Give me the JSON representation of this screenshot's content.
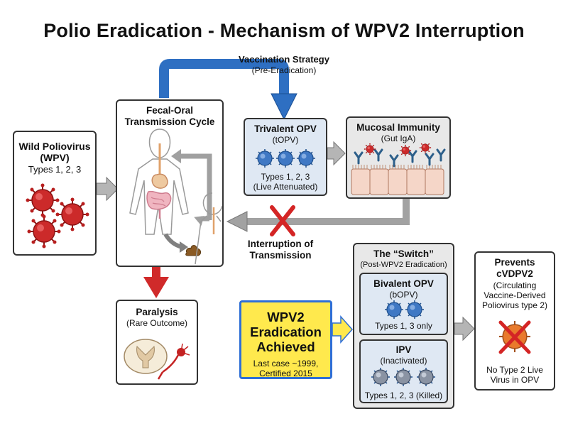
{
  "title": "Polio Eradication - Mechanism of WPV2 Interruption",
  "wild_virus": {
    "heading": "Wild Poliovirus (WPV)",
    "types": "Types 1, 2, 3"
  },
  "vaccination": {
    "heading": "Vaccination Strategy",
    "sub": "(Pre-Eradication)"
  },
  "cycle": {
    "heading": "Fecal-Oral Transmission Cycle"
  },
  "topv": {
    "heading": "Trivalent OPV",
    "abbr": "(tOPV)",
    "types": "Types 1, 2, 3",
    "note": "(Live Attenuated)"
  },
  "mucosal": {
    "heading": "Mucosal Immunity",
    "sub": "(Gut IgA)"
  },
  "interruption": {
    "label": "Interruption of Transmission"
  },
  "paralysis": {
    "heading": "Paralysis",
    "sub": "(Rare Outcome)"
  },
  "eradication": {
    "heading": "WPV2 Eradication Achieved",
    "detail": "Last case ~1999, Certified 2015"
  },
  "switch": {
    "heading": "The “Switch”",
    "sub": "(Post-WPV2 Eradication)"
  },
  "bopv": {
    "heading": "Bivalent OPV",
    "abbr": "(bOPV)",
    "types": "Types 1, 3 only"
  },
  "ipv": {
    "heading": "IPV",
    "sub": "(Inactivated)",
    "types": "Types 1, 2, 3 (Killed)"
  },
  "prevents": {
    "heading": "Prevents cVDPV2",
    "sub": "(Circulating Vaccine-Derived Poliovirus type 2)",
    "note": "No Type 2 Live Virus in OPV"
  },
  "colors": {
    "wild_virus": "#cc2a2a",
    "vaccine_virus": "#3f78c4",
    "inactivated_virus": "#8a93a3",
    "arrow_blue": "#2e6fc2",
    "arrow_red": "#d02a2a",
    "arrow_gray": "#9a9a9a",
    "highlight": "#ffe94d",
    "highlight_border": "#2f6fd6",
    "panel_gray": "#e8e8e8",
    "panel_blue": "#dfe8f3"
  }
}
